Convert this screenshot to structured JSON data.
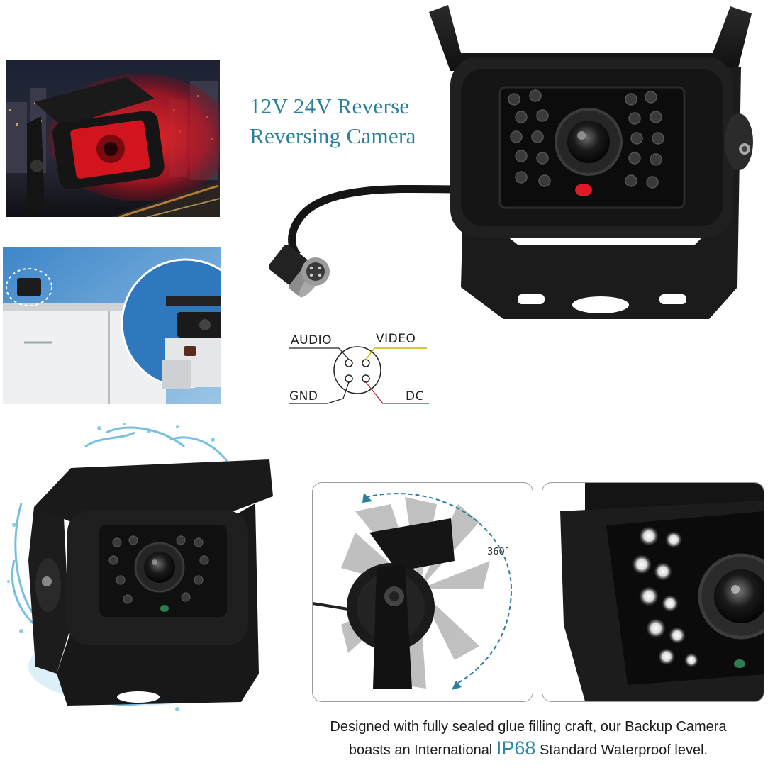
{
  "title": {
    "line1": "12V 24V Reverse",
    "line2": "Reversing Camera"
  },
  "pinout": {
    "audio": "AUDIO",
    "video": "VIDEO",
    "gnd": "GND",
    "dc": "DC"
  },
  "rotation_label": "360°",
  "caption": {
    "line1": "Designed with fully sealed glue filling craft, our Backup Camera",
    "line2_prefix": "boasts an International",
    "highlight": "IP68",
    "line2_suffix": "Standard Waterproof level."
  },
  "colors": {
    "title": "#2a7f99",
    "highlight": "#2a87a8",
    "ir_glow": "#e0182a"
  }
}
